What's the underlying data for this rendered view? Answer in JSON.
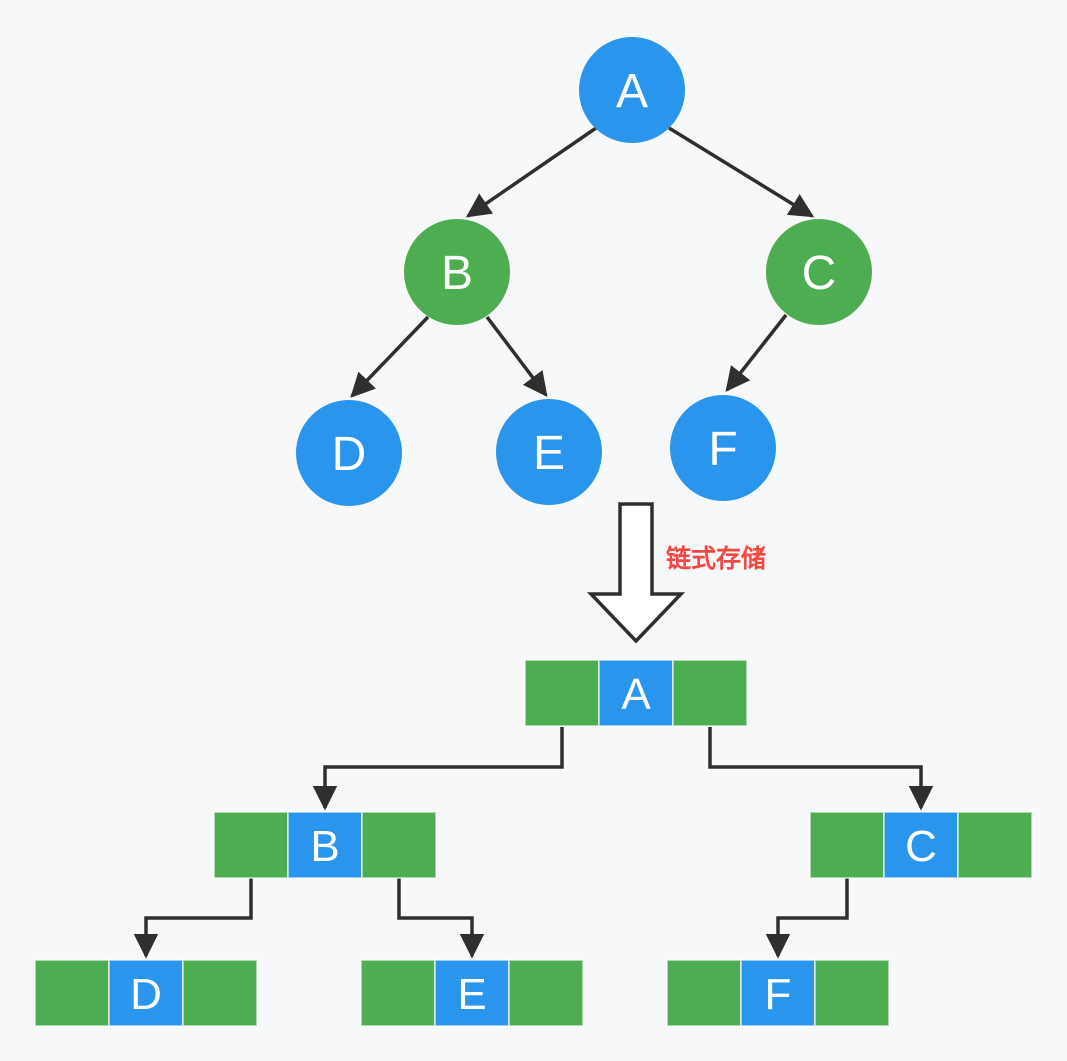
{
  "colors": {
    "background": "#F7F8F9",
    "node_blue": "#2A95EC",
    "node_green": "#4CAE51",
    "line": "#2F2F2F",
    "arrow_fill": "#FFFFFF",
    "label_red": "#F54842",
    "node_text": "#FFFFFF"
  },
  "transform": {
    "label": "链式存储"
  },
  "tree": {
    "nodes": [
      {
        "id": "A",
        "label": "A",
        "color": "blue"
      },
      {
        "id": "B",
        "label": "B",
        "color": "green"
      },
      {
        "id": "C",
        "label": "C",
        "color": "green"
      },
      {
        "id": "D",
        "label": "D",
        "color": "blue"
      },
      {
        "id": "E",
        "label": "E",
        "color": "blue"
      },
      {
        "id": "F",
        "label": "F",
        "color": "blue"
      }
    ],
    "edges": [
      {
        "from": "A",
        "to": "B"
      },
      {
        "from": "A",
        "to": "C"
      },
      {
        "from": "B",
        "to": "D"
      },
      {
        "from": "B",
        "to": "E"
      },
      {
        "from": "C",
        "to": "F"
      }
    ]
  },
  "linked_storage": {
    "nodes": [
      {
        "label": "A"
      },
      {
        "label": "B"
      },
      {
        "label": "C"
      },
      {
        "label": "D"
      },
      {
        "label": "E"
      },
      {
        "label": "F"
      }
    ],
    "pointers": [
      {
        "from": "A.left",
        "to": "B"
      },
      {
        "from": "A.right",
        "to": "C"
      },
      {
        "from": "B.left",
        "to": "D"
      },
      {
        "from": "B.right",
        "to": "E"
      },
      {
        "from": "C.left",
        "to": "F"
      }
    ]
  }
}
